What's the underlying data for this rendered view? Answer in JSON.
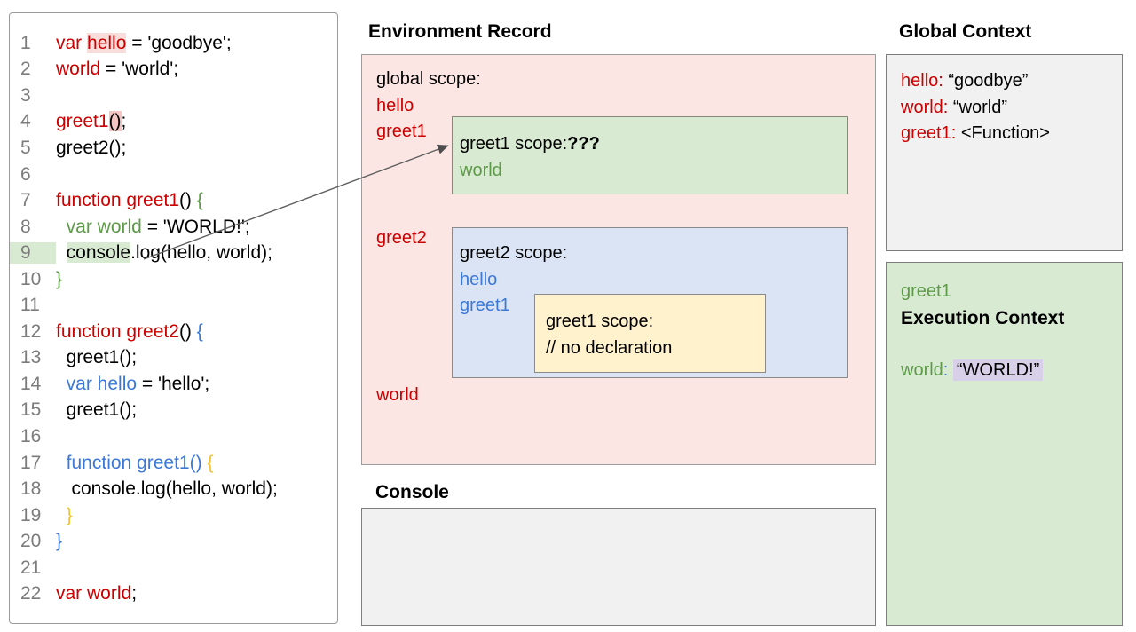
{
  "code_panel": {
    "lines": [
      {
        "num": "1",
        "tokens": [
          {
            "t": "var ",
            "c": "red"
          },
          {
            "t": "hello",
            "c": "red",
            "hl": "pink"
          },
          {
            "t": " = 'goodbye';",
            "c": "black"
          }
        ]
      },
      {
        "num": "2",
        "tokens": [
          {
            "t": "world",
            "c": "red"
          },
          {
            "t": " = 'world';",
            "c": "black"
          }
        ]
      },
      {
        "num": "3",
        "tokens": []
      },
      {
        "num": "4",
        "tokens": [
          {
            "t": "greet1",
            "c": "red"
          },
          {
            "t": "()",
            "c": "black",
            "hl": "red"
          },
          {
            "t": ";",
            "c": "black"
          }
        ]
      },
      {
        "num": "5",
        "tokens": [
          {
            "t": "greet2();",
            "c": "black"
          }
        ]
      },
      {
        "num": "6",
        "tokens": []
      },
      {
        "num": "7",
        "tokens": [
          {
            "t": "function greet1",
            "c": "red"
          },
          {
            "t": "() ",
            "c": "black"
          },
          {
            "t": "{",
            "c": "green"
          }
        ]
      },
      {
        "num": "8",
        "tokens": [
          {
            "t": "  ",
            "c": "black"
          },
          {
            "t": "var world",
            "c": "green"
          },
          {
            "t": " = 'WORLD!';",
            "c": "black"
          }
        ]
      },
      {
        "num": "9",
        "num_hl": true,
        "tokens": [
          {
            "t": "  ",
            "c": "black"
          },
          {
            "t": "console",
            "c": "black",
            "hl": "green"
          },
          {
            "t": ".log(hello, world);",
            "c": "black"
          }
        ]
      },
      {
        "num": "10",
        "tokens": [
          {
            "t": "}",
            "c": "green"
          }
        ]
      },
      {
        "num": "11",
        "tokens": []
      },
      {
        "num": "12",
        "tokens": [
          {
            "t": "function greet2",
            "c": "red"
          },
          {
            "t": "() ",
            "c": "black"
          },
          {
            "t": "{",
            "c": "blue"
          }
        ]
      },
      {
        "num": "13",
        "tokens": [
          {
            "t": "  greet1();",
            "c": "black"
          }
        ]
      },
      {
        "num": "14",
        "tokens": [
          {
            "t": "  ",
            "c": "black"
          },
          {
            "t": "var hello",
            "c": "blue"
          },
          {
            "t": " = 'hello';",
            "c": "black"
          }
        ]
      },
      {
        "num": "15",
        "tokens": [
          {
            "t": "  greet1();",
            "c": "black"
          }
        ]
      },
      {
        "num": "16",
        "tokens": []
      },
      {
        "num": "17",
        "tokens": [
          {
            "t": "  ",
            "c": "black"
          },
          {
            "t": "function greet1()",
            "c": "blue"
          },
          {
            "t": " ",
            "c": "black"
          },
          {
            "t": "{",
            "c": "gold"
          }
        ]
      },
      {
        "num": "18",
        "tokens": [
          {
            "t": "   console.log(hello, world);",
            "c": "black"
          }
        ]
      },
      {
        "num": "19",
        "tokens": [
          {
            "t": "  ",
            "c": "black"
          },
          {
            "t": "}",
            "c": "gold"
          }
        ]
      },
      {
        "num": "20",
        "tokens": [
          {
            "t": "}",
            "c": "blue"
          }
        ]
      },
      {
        "num": "21",
        "tokens": []
      },
      {
        "num": "22",
        "tokens": [
          {
            "t": "var world",
            "c": "red"
          },
          {
            "t": ";",
            "c": "black"
          }
        ]
      }
    ]
  },
  "environment_record": {
    "title": "Environment Record",
    "global_scope_label": "global scope:",
    "global_vars": [
      "hello",
      "greet1"
    ],
    "greet2_label": "greet2",
    "world_label": "world",
    "greet1_scope": {
      "label": "greet1 scope:",
      "question": "???",
      "var": "world"
    },
    "greet2_scope": {
      "label": "greet2 scope:",
      "vars": [
        "hello",
        "greet1"
      ],
      "inner": {
        "label": "greet1 scope:",
        "comment": "// no declaration"
      }
    }
  },
  "console_section": {
    "title": "Console"
  },
  "global_context": {
    "title": "Global Context",
    "entries": [
      {
        "key": "hello:",
        "value": "“goodbye”"
      },
      {
        "key": "world:",
        "value": "“world”"
      },
      {
        "key": "greet1:",
        "value": "<Function>"
      }
    ]
  },
  "execution_context": {
    "fn_name": "greet1",
    "title": "Execution Context",
    "var_name": "world",
    "colon": ":",
    "value": "“WORLD!”"
  },
  "colors": {
    "keyword_red": "#cc0000",
    "keyword_green": "#5d9a48",
    "keyword_blue": "#3c78d8",
    "keyword_gold": "#f1c232",
    "pink_bg": "#fce6e3",
    "green_bg": "#d9ead3",
    "blue_bg": "#dae4f5",
    "yellow_bg": "#fff2cc",
    "gray_bg": "#f1f1f1",
    "lavender_hl": "#d8d0e8"
  }
}
